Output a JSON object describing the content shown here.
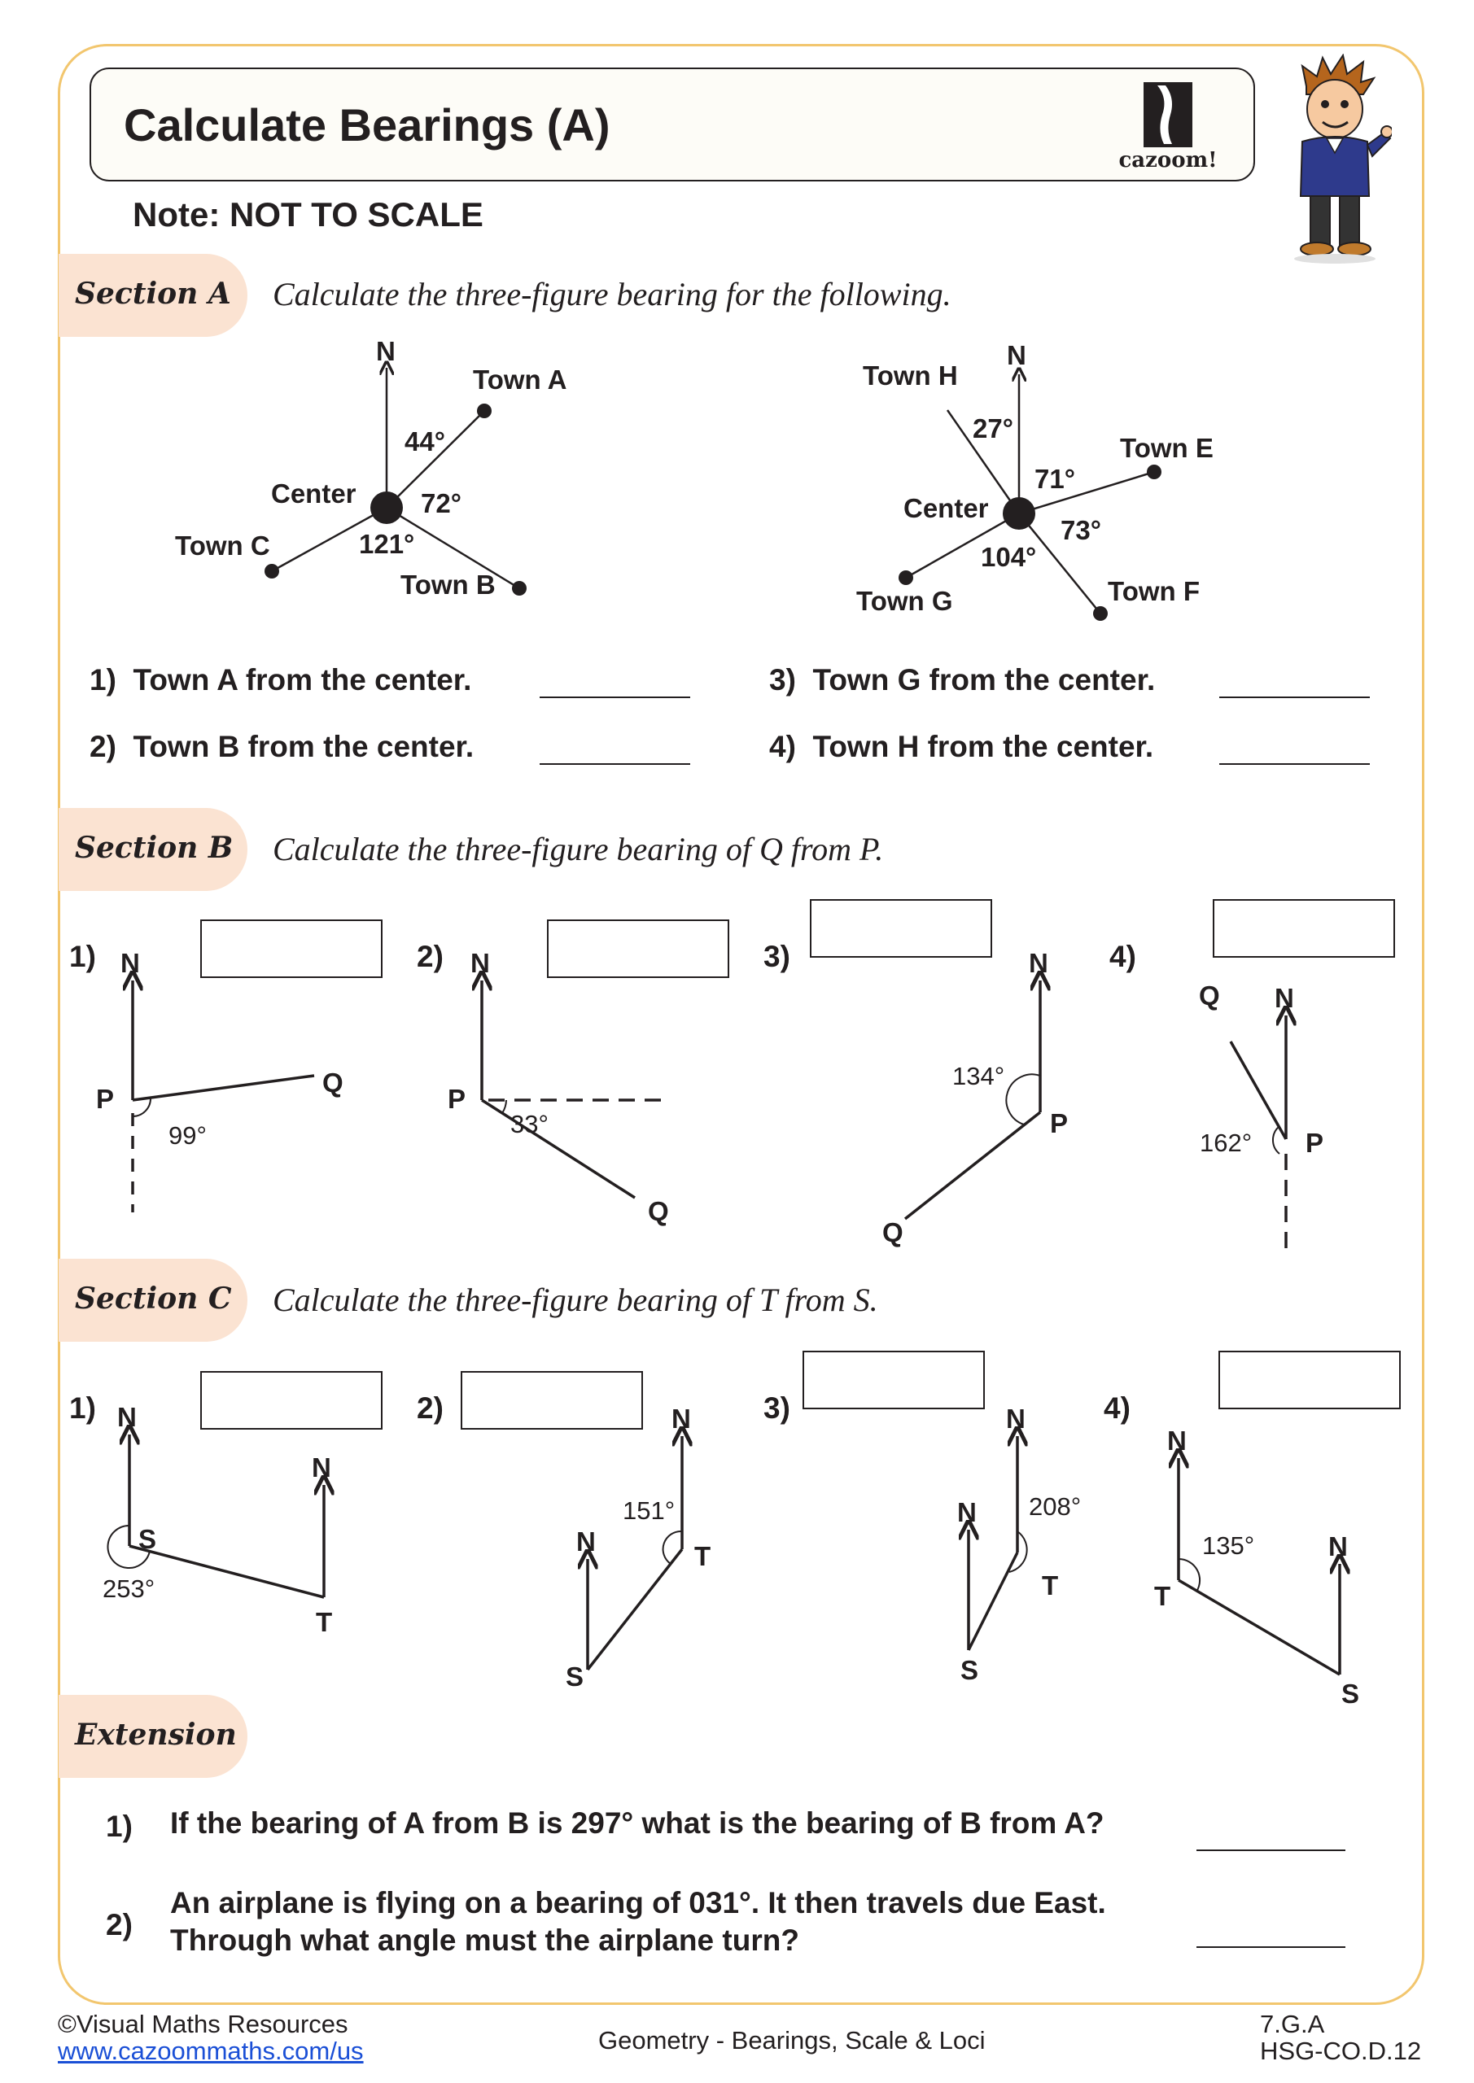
{
  "header": {
    "title": "Calculate Bearings (A)",
    "logo_text": "cazoom!",
    "note": "Note: NOT TO SCALE"
  },
  "section_a": {
    "tab": "Section A",
    "instruction": "Calculate the three-figure bearing for the following.",
    "diagram1": {
      "north": "N",
      "center": "Center",
      "town_a": "Town A",
      "town_b": "Town B",
      "town_c": "Town C",
      "angle_1": "44°",
      "angle_2": "72°",
      "angle_3": "121°"
    },
    "diagram2": {
      "north": "N",
      "center": "Center",
      "town_e": "Town E",
      "town_f": "Town F",
      "town_g": "Town G",
      "town_h": "Town H",
      "angle_1": "27°",
      "angle_2": "71°",
      "angle_3": "73°",
      "angle_4": "104°"
    },
    "questions": [
      {
        "num": "1)",
        "text": "Town A from the center."
      },
      {
        "num": "2)",
        "text": "Town B from the center."
      },
      {
        "num": "3)",
        "text": "Town G from the center."
      },
      {
        "num": "4)",
        "text": "Town H from the center."
      }
    ]
  },
  "section_b": {
    "tab": "Section B",
    "instruction": "Calculate the three-figure bearing of Q from P.",
    "items": [
      {
        "num": "1)",
        "angle": "99°"
      },
      {
        "num": "2)",
        "angle": "33°"
      },
      {
        "num": "3)",
        "angle": "134°"
      },
      {
        "num": "4)",
        "angle": "162°"
      }
    ],
    "labels": {
      "north": "N",
      "p": "P",
      "q": "Q"
    }
  },
  "section_c": {
    "tab": "Section C",
    "instruction": "Calculate the three-figure bearing of T from S.",
    "items": [
      {
        "num": "1)",
        "angle": "253°"
      },
      {
        "num": "2)",
        "angle": "151°"
      },
      {
        "num": "3)",
        "angle": "208°"
      },
      {
        "num": "4)",
        "angle": "135°"
      }
    ],
    "labels": {
      "north": "N",
      "s": "S",
      "t": "T"
    }
  },
  "extension": {
    "tab": "Extension",
    "questions": [
      {
        "num": "1)",
        "text": "If the bearing of A from B is 297° what is the bearing of B from A?"
      },
      {
        "num": "2)",
        "line1": "An airplane is flying on a bearing of 031°. It then travels due East.",
        "line2": "Through what angle must the airplane turn?"
      }
    ]
  },
  "footer": {
    "copyright": "©Visual Maths Resources",
    "url": "www.cazoommaths.com/us",
    "topic": "Geometry - Bearings, Scale & Loci",
    "code1": "7.G.A",
    "code2": "HSG-CO.D.12"
  }
}
